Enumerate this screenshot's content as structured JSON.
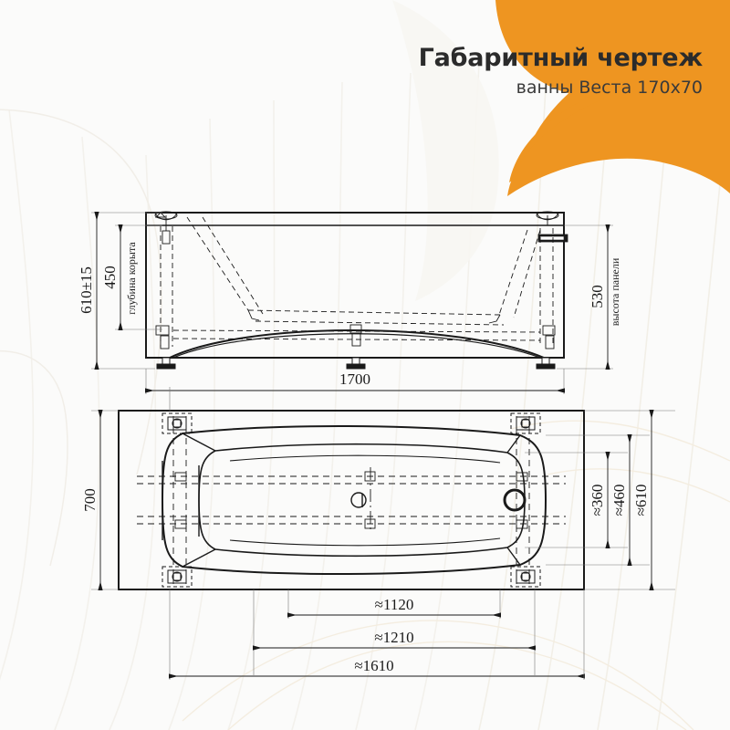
{
  "header": {
    "title": "Габаритный чертеж",
    "subtitle": "ванны Веста 170х70",
    "accent_color": "#ee9521",
    "background_color": "#fbfbfa",
    "line_color": "#1a1a1a"
  },
  "drawing": {
    "type": "technical-dimension-drawing",
    "product": "ванна Веста 170х70",
    "views": [
      {
        "id": "elevation",
        "name": "front-elevation-view"
      },
      {
        "id": "plan",
        "name": "top-plan-view"
      }
    ]
  },
  "dimensions": {
    "elevation": {
      "total_height": "610±15",
      "bowl_depth_value": "450",
      "bowl_depth_label": "глубина корыта",
      "panel_height_value": "530",
      "panel_height_label": "высота панели",
      "total_length": "1700"
    },
    "plan": {
      "width": "700",
      "inner_a": "≈360",
      "inner_b": "≈460",
      "inner_c": "≈610",
      "length_a": "≈1120",
      "length_b": "≈1210",
      "length_c": "≈1610"
    }
  }
}
